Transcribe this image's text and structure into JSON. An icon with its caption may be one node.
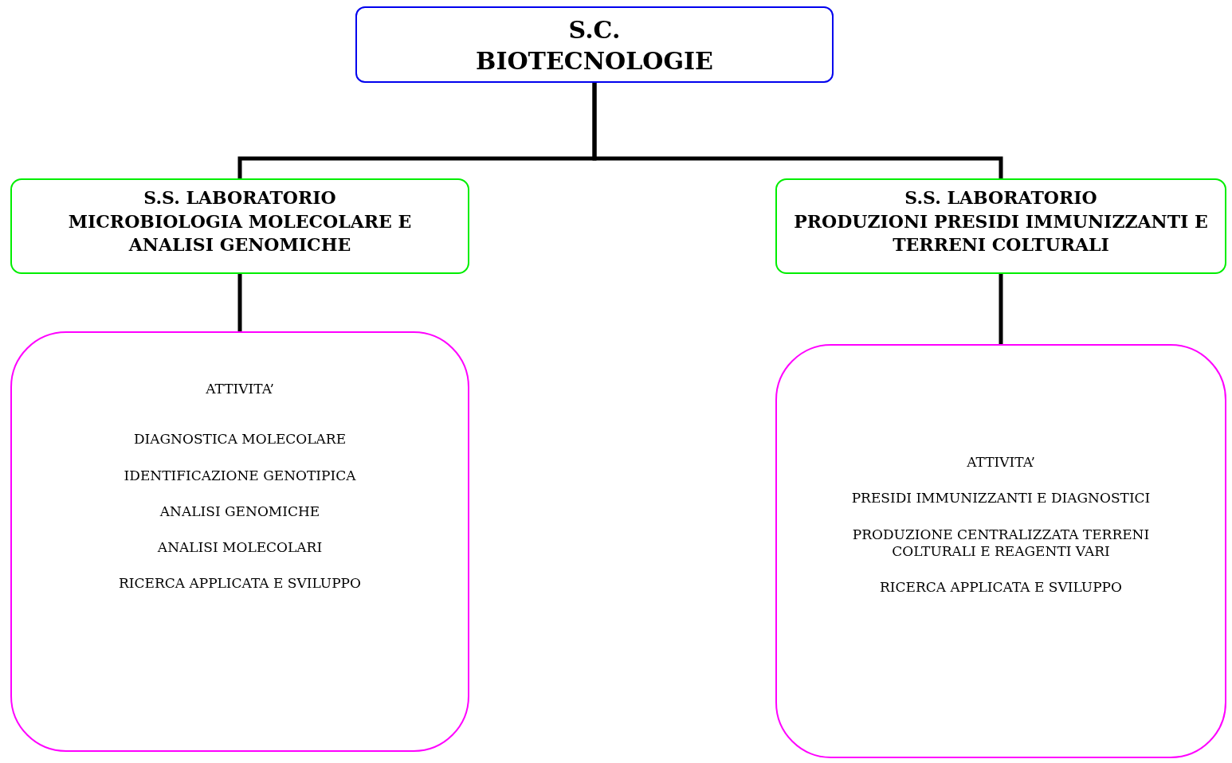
{
  "diagram": {
    "nodes": [
      {
        "text": [
          "S.C.",
          "BIOTECNOLOGIE"
        ]
      },
      {
        "text": [
          "S.S. LABORATORIO",
          "MICROBIOLOGIA MOLECOLARE E ANALISI GENOMICHE"
        ]
      },
      {
        "text": [
          "S.S. LABORATORIO",
          "PRODUZIONI PRESIDI IMMUNIZZANTI E TERRENI COLTURALI"
        ]
      },
      {
        "text": [
          "ATTIVITA’",
          "DIAGNOSTICA MOLECOLARE",
          "IDENTIFICAZIONE GENOTIPICA",
          "ANALISI GENOMICHE",
          "ANALISI MOLECOLARI",
          "RICERCA APPLICATA E SVILUPPO"
        ]
      },
      {
        "text": [
          "ATTIVITA’",
          "PRESIDI IMMUNIZZANTI E DIAGNOSTICI",
          "PRODUZIONE CENTRALIZZATA TERRENI COLTURALI E REAGENTI VARI",
          "RICERCA APPLICATA E SVILUPPO"
        ]
      }
    ],
    "edges": [
      {
        "from": 0,
        "to": 1,
        "arrow": "none"
      },
      {
        "from": 0,
        "to": 2,
        "arrow": "none"
      },
      {
        "from": 1,
        "to": 3,
        "arrow": "none"
      },
      {
        "from": 2,
        "to": 4,
        "arrow": "none"
      }
    ]
  }
}
